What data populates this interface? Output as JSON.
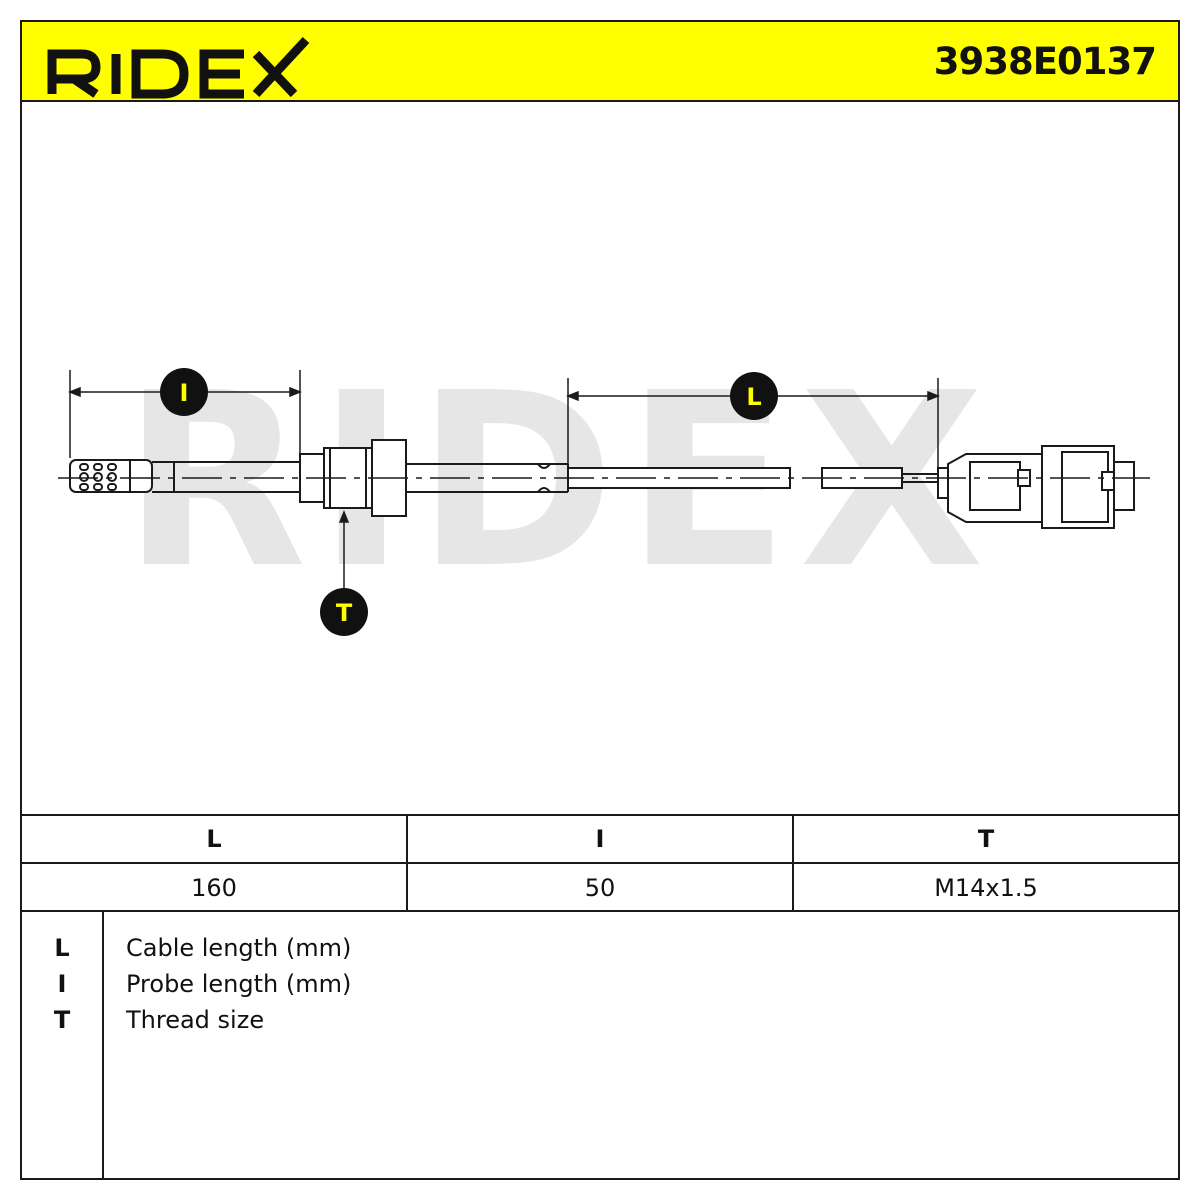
{
  "header": {
    "logo_text": "RIDEX",
    "part_number": "3938E0137",
    "background_color": "#ffff00"
  },
  "diagram": {
    "watermark_text": "RIDEX",
    "callouts": {
      "probe_length": "I",
      "cable_length": "L",
      "thread": "T"
    },
    "callout_color": "#ffff00"
  },
  "spec_table": {
    "headers": [
      "L",
      "I",
      "T"
    ],
    "values": [
      "160",
      "50",
      "M14x1.5"
    ]
  },
  "legend": {
    "items": [
      {
        "key": "L",
        "description": "Cable length (mm)"
      },
      {
        "key": "I",
        "description": "Probe length (mm)"
      },
      {
        "key": "T",
        "description": "Thread size"
      }
    ]
  }
}
